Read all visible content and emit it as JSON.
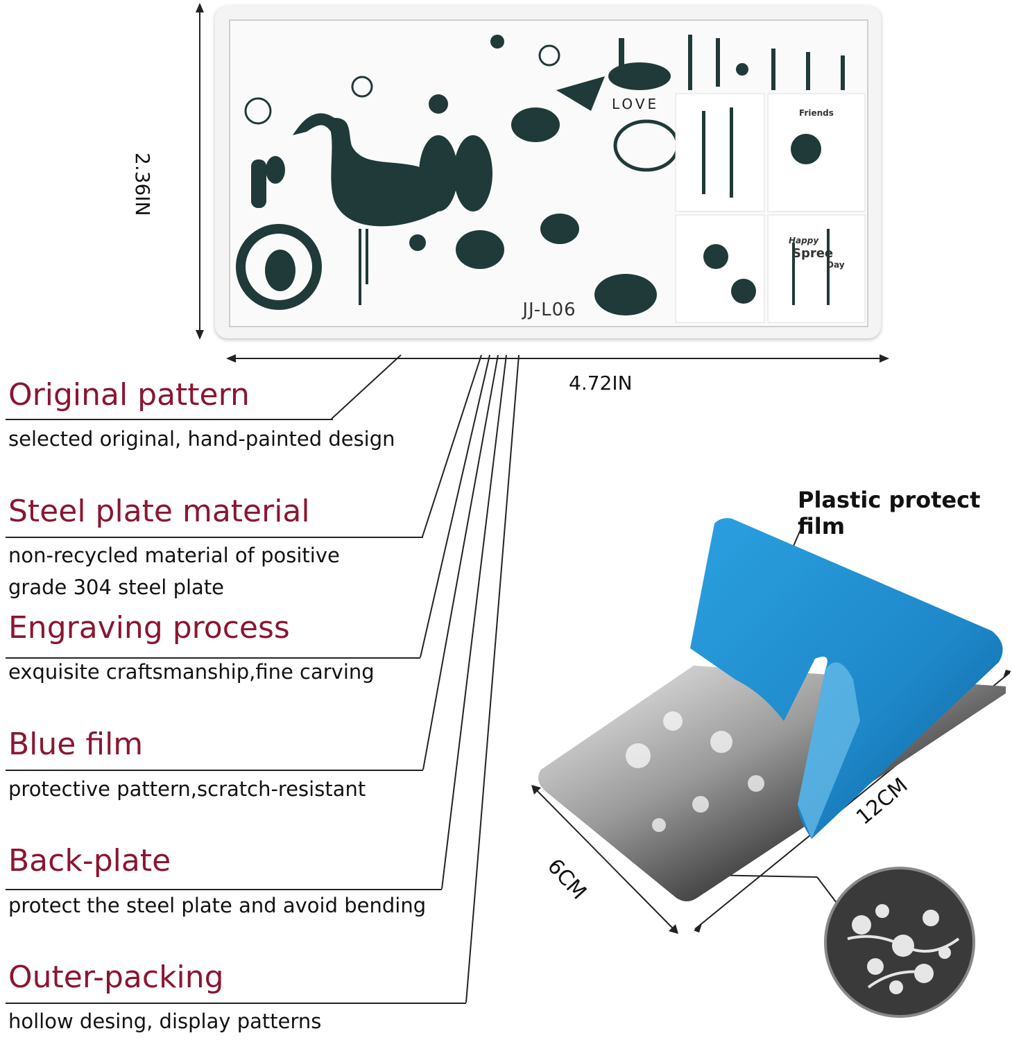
{
  "plate": {
    "code": "JJ-L06",
    "love_text": "LOVE",
    "friends_text": "Friends",
    "happy_text": "Happy",
    "spree_text": "Spree",
    "day_text": "Day"
  },
  "dimensions": {
    "height": "2.36IN",
    "width": "4.72IN",
    "film_width": "12CM",
    "film_height": "6CM"
  },
  "film_label": "Plastic protect film",
  "features": [
    {
      "title": "Original pattern",
      "desc": [
        "selected original, hand-painted design"
      ]
    },
    {
      "title": "Steel plate material",
      "desc": [
        "non-recycled material of positive",
        "grade 304 steel plate"
      ]
    },
    {
      "title": "Engraving process",
      "desc": [
        "exquisite craftsmanship,fine carving"
      ]
    },
    {
      "title": "Blue film",
      "desc": [
        "protective pattern,scratch-resistant"
      ]
    },
    {
      "title": "Back-plate",
      "desc": [
        "protect the steel plate and avoid bending"
      ]
    },
    {
      "title": "Outer-packing",
      "desc": [
        "hollow desing, display patterns"
      ]
    }
  ],
  "colors": {
    "title": "#8a1630",
    "film_blue": "#1e88c9",
    "ink": "#1f3a38"
  }
}
